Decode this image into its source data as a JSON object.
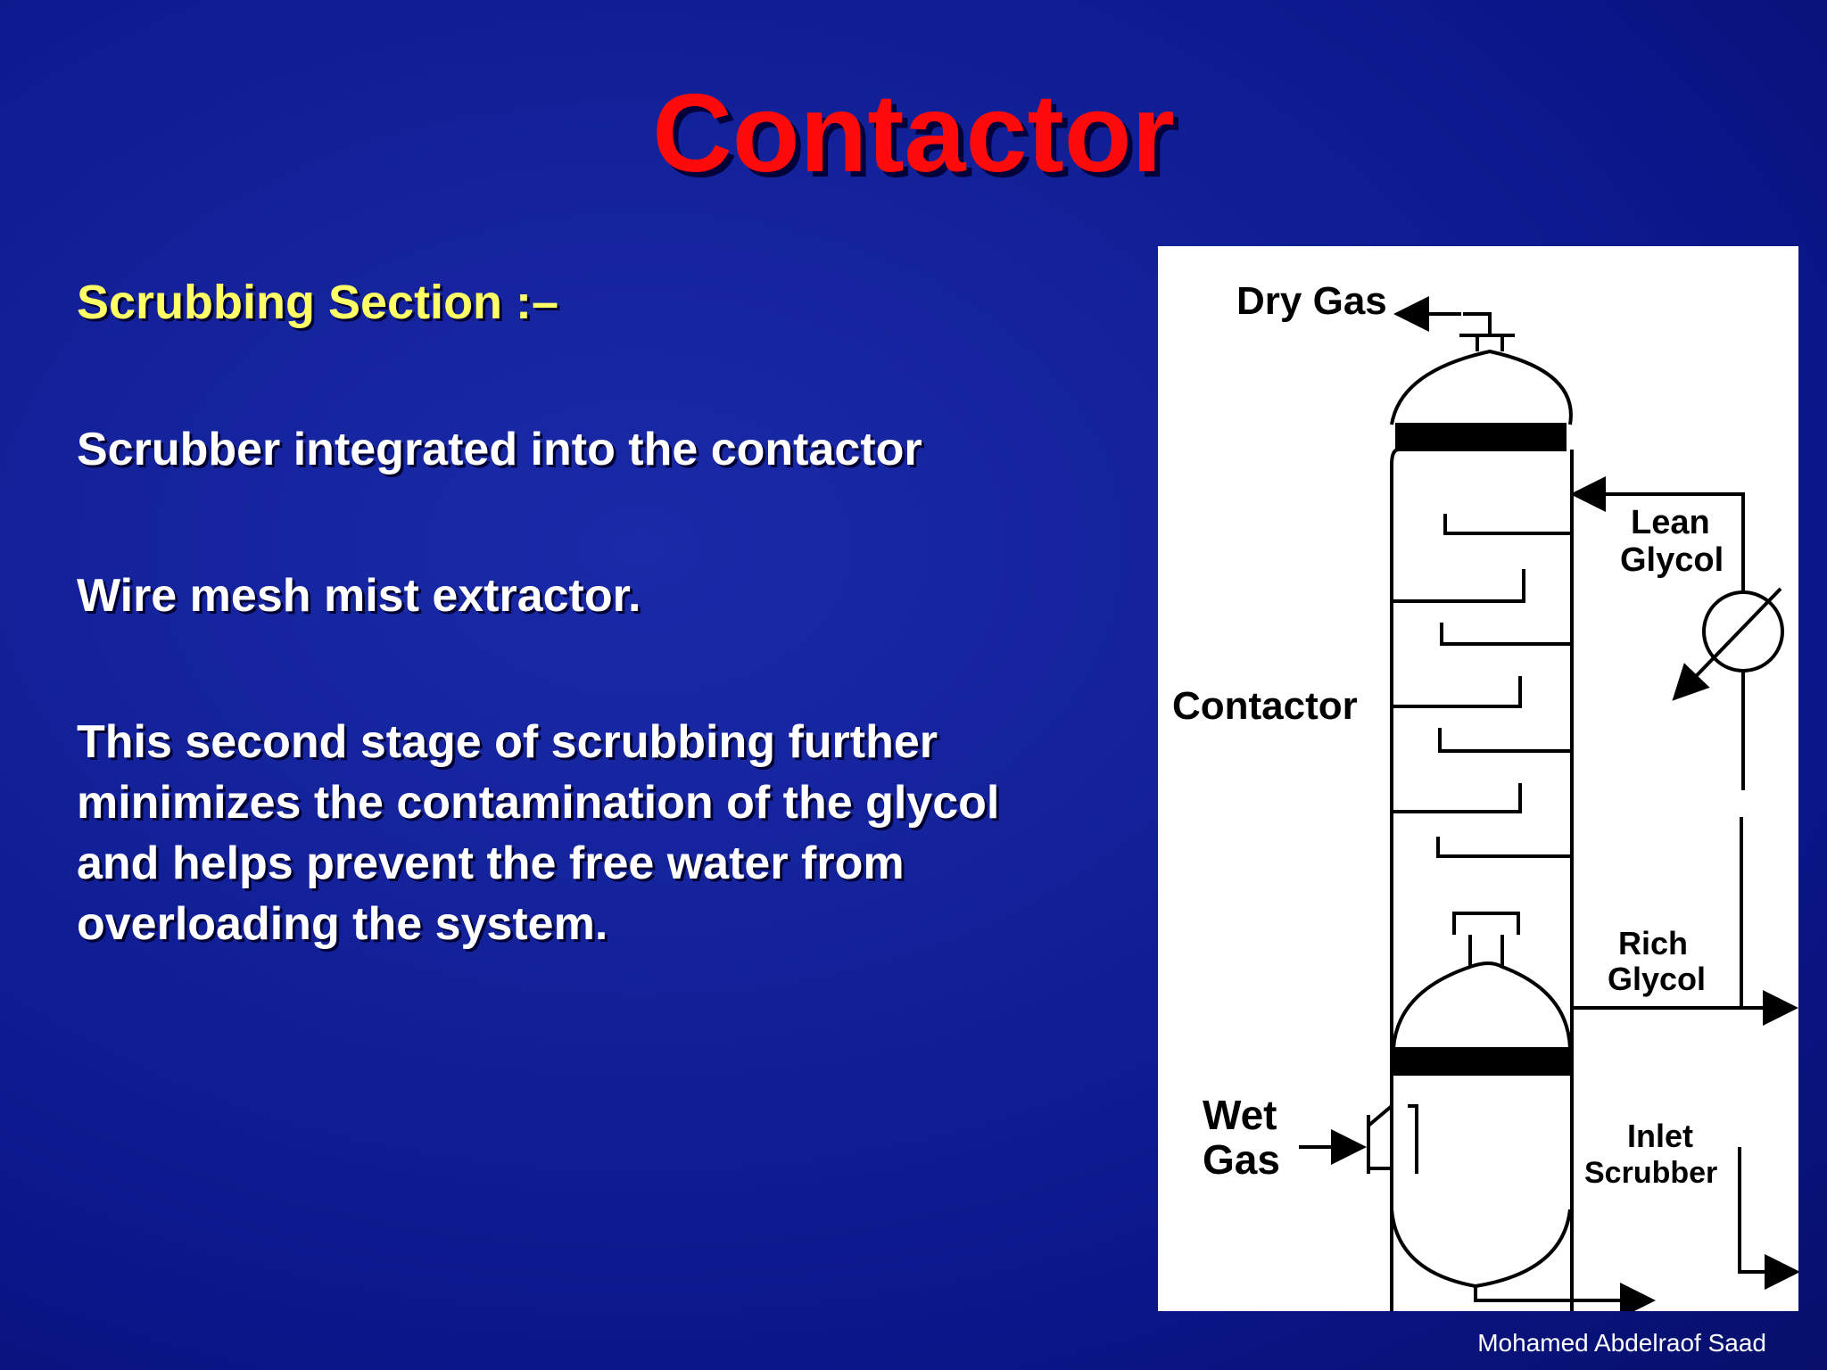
{
  "slide": {
    "title": "Contactor",
    "subtitle": "Scrubbing Section :–",
    "bullets": [
      "Scrubber integrated into the contactor",
      "Wire mesh mist extractor.",
      "This second stage of scrubbing further minimizes the contamination of the glycol and helps prevent the free water from overloading the system."
    ],
    "footer": "Mohamed Abdelraof Saad"
  },
  "diagram": {
    "labels": {
      "dry_gas": "Dry Gas",
      "lean_glycol_1": "Lean",
      "lean_glycol_2": "Glycol",
      "contactor": "Contactor",
      "rich_glycol_1": "Rich",
      "rich_glycol_2": "Glycol",
      "wet_gas_1": "Wet",
      "wet_gas_2": "Gas",
      "inlet_scrubber_1": "Inlet",
      "inlet_scrubber_2": "Scrubber"
    }
  }
}
